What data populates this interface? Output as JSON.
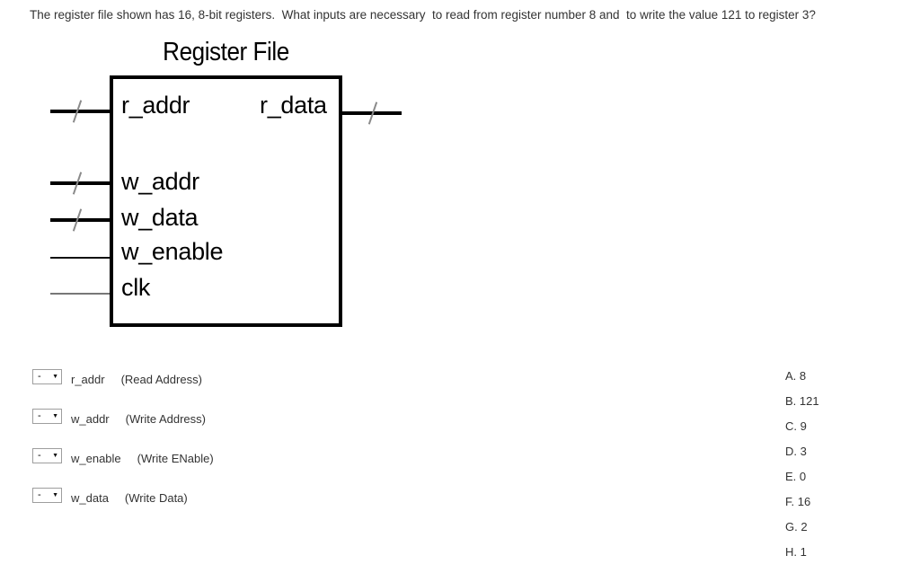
{
  "question": "The register file shown has 16, 8-bit registers.  What inputs are necessary  to read from register number 8 and  to write the value 121 to register 3?",
  "diagram": {
    "title": "Register File",
    "ports": {
      "r_addr": "r_addr",
      "r_data": "r_data",
      "w_addr": "w_addr",
      "w_data": "w_data",
      "w_enable": "w_enable",
      "clk": "clk"
    }
  },
  "ui": {
    "dropdown_arrow": "▼"
  },
  "dropdowns": [
    {
      "value": "-",
      "port": "r_addr",
      "desc": "(Read Address)"
    },
    {
      "value": "-",
      "port": "w_addr",
      "desc": "(Write Address)"
    },
    {
      "value": "-",
      "port": "w_enable",
      "desc": "(Write ENable)"
    },
    {
      "value": "-",
      "port": "w_data",
      "desc": "(Write Data)"
    }
  ],
  "answers": [
    "A. 8",
    "B. 121",
    "C. 9",
    "D. 3",
    "E. 0",
    "F. 16",
    "G. 2",
    "H. 1"
  ],
  "colors": {
    "text": "#333333",
    "diagram_line": "#000000",
    "slash": "#8a8a8a"
  }
}
